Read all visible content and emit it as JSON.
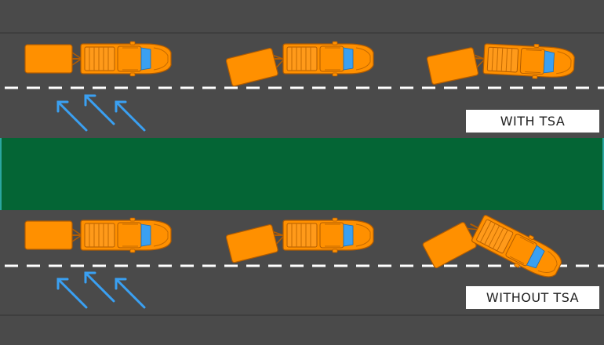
{
  "labels": {
    "with": "WITH TSA",
    "without": "WITHOUT TSA"
  },
  "colors": {
    "road": "#4a4a4a",
    "road_edge": "#3e3e3e",
    "median": "#046535",
    "median_edge": "#2ba6a0",
    "lane_dash": "#ffffff",
    "vehicle": "#ff9000",
    "vehicle_outline": "#b25c00",
    "glass": "#3aa0f2",
    "wind_arrow": "#3aa0f2"
  },
  "icons": {
    "vehicle": "pickup-truck-towing-trailer",
    "wind": "crosswind-arrow"
  }
}
